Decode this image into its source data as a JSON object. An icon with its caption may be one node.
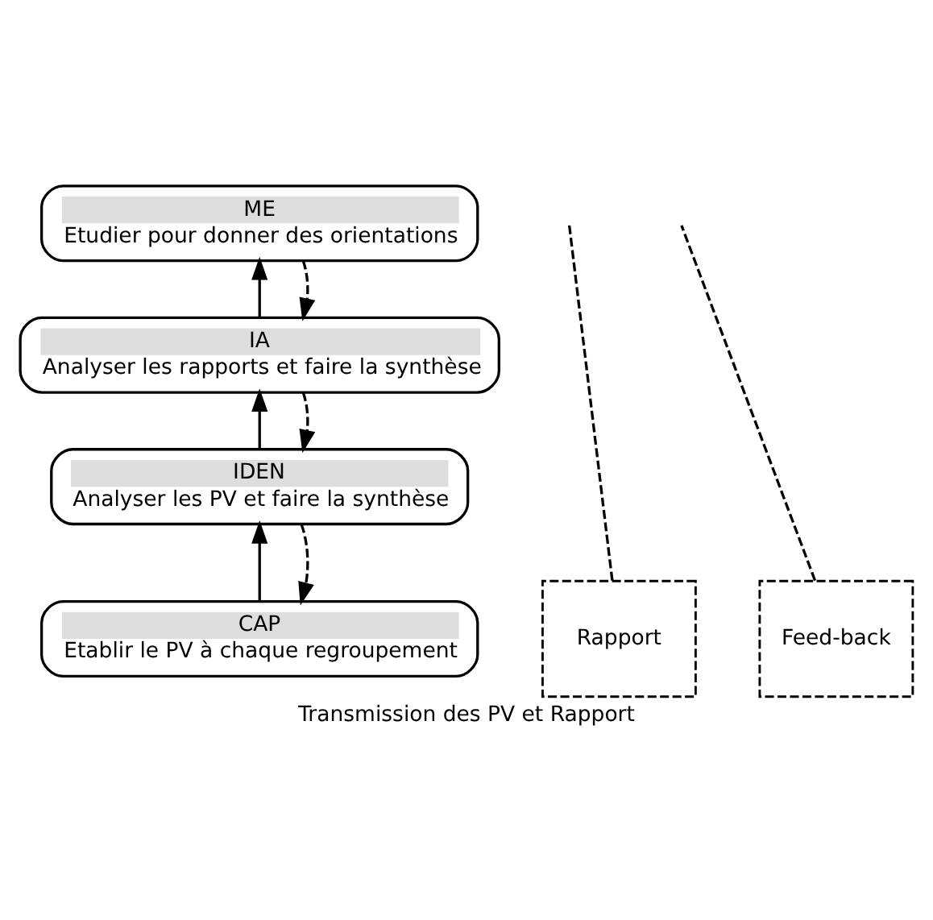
{
  "diagram": {
    "caption": "Transmission des PV et Rapport",
    "nodes": [
      {
        "text": [
          "ME",
          "Etudier pour donner des orientations"
        ]
      },
      {
        "text": [
          "IA",
          "Analyser les rapports et faire la synthèse"
        ]
      },
      {
        "text": [
          "IDEN",
          "Analyser les PV et faire la synthèse"
        ]
      },
      {
        "text": [
          "CAP",
          "Etablir le PV à chaque regroupement"
        ]
      },
      {
        "text": [
          "Rapport"
        ]
      },
      {
        "text": [
          "Feed-back"
        ]
      }
    ],
    "edges": [
      {
        "from": 1,
        "to": 0,
        "arrow": "to"
      },
      {
        "from": 0,
        "to": 1,
        "arrow": "to",
        "style": "dashed"
      },
      {
        "from": 2,
        "to": 1,
        "arrow": "to"
      },
      {
        "from": 1,
        "to": 2,
        "arrow": "to",
        "style": "dashed"
      },
      {
        "from": 3,
        "to": 2,
        "arrow": "to"
      },
      {
        "from": 2,
        "to": 3,
        "arrow": "to",
        "style": "dashed"
      },
      {
        "from": 4,
        "to": null,
        "arrow": "none",
        "style": "dashed"
      },
      {
        "from": 5,
        "to": null,
        "arrow": "none",
        "style": "dashed"
      }
    ]
  }
}
